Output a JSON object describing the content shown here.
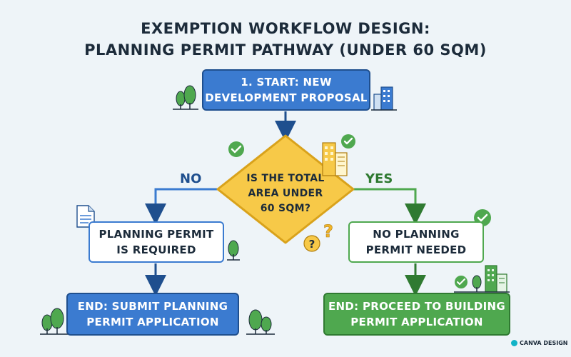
{
  "title": {
    "line1": "EXEMPTION WORKFLOW DESIGN:",
    "line2": "PLANNING PERMIT PATHWAY (UNDER 60 SQM)"
  },
  "nodes": {
    "start": {
      "line1": "1. START: NEW",
      "line2": "DEVELOPMENT PROPOSAL"
    },
    "decision": {
      "line1": "IS THE TOTAL",
      "line2": "AREA UNDER",
      "line3": "60 SQM?"
    },
    "required": {
      "line1": "PLANNING PERMIT",
      "line2": "IS REQUIRED"
    },
    "not_needed": {
      "line1": "NO PLANNING",
      "line2": "PERMIT NEEDED"
    },
    "end_left": {
      "line1": "END: SUBMIT PLANNING",
      "line2": "PERMIT APPLICATION"
    },
    "end_right": {
      "line1": "END: PROCEED TO BUILDING",
      "line2": "PERMIT APPLICATION"
    }
  },
  "branches": {
    "no": "NO",
    "yes": "YES"
  },
  "credit": "CANVA DESIGN",
  "colors": {
    "blue": "#3b7bd0",
    "green": "#4fa84f",
    "decision_fill": "#f7c948",
    "decision_stroke": "#d9a21b",
    "background": "#eef4f8"
  },
  "icons": [
    "check-icon",
    "question-icon",
    "document-icon",
    "tree-icon",
    "building-icon"
  ]
}
